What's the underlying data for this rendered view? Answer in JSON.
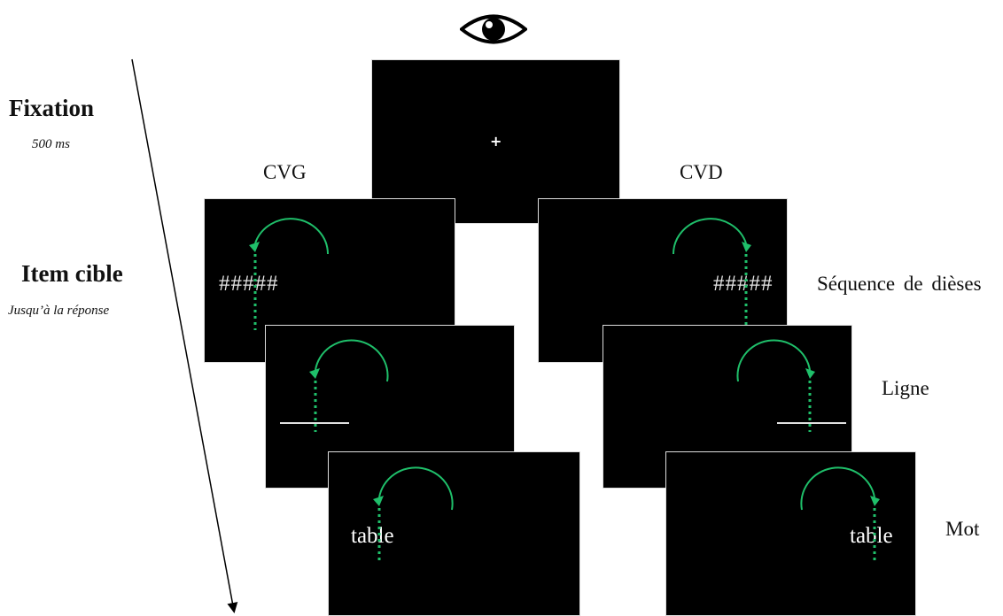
{
  "steps": {
    "fixation": {
      "title": "Fixation",
      "duration": "500 ms"
    },
    "target": {
      "title": "Item cible",
      "duration": "Jusqu’à la réponse"
    }
  },
  "columns": {
    "left": "CVG",
    "right": "CVD"
  },
  "rows": {
    "hash": "Séquence de dièses",
    "line": "Ligne",
    "word": "Mot"
  },
  "stimuli": {
    "fixation_cross": "+",
    "hash": "#####",
    "word": "table"
  },
  "icons": {
    "eye": "eye-icon",
    "time_arrow": "time-arrow"
  },
  "colors": {
    "screen": "#000000",
    "stimulus": "#ffffff",
    "arrow": "#1fbf6a"
  }
}
